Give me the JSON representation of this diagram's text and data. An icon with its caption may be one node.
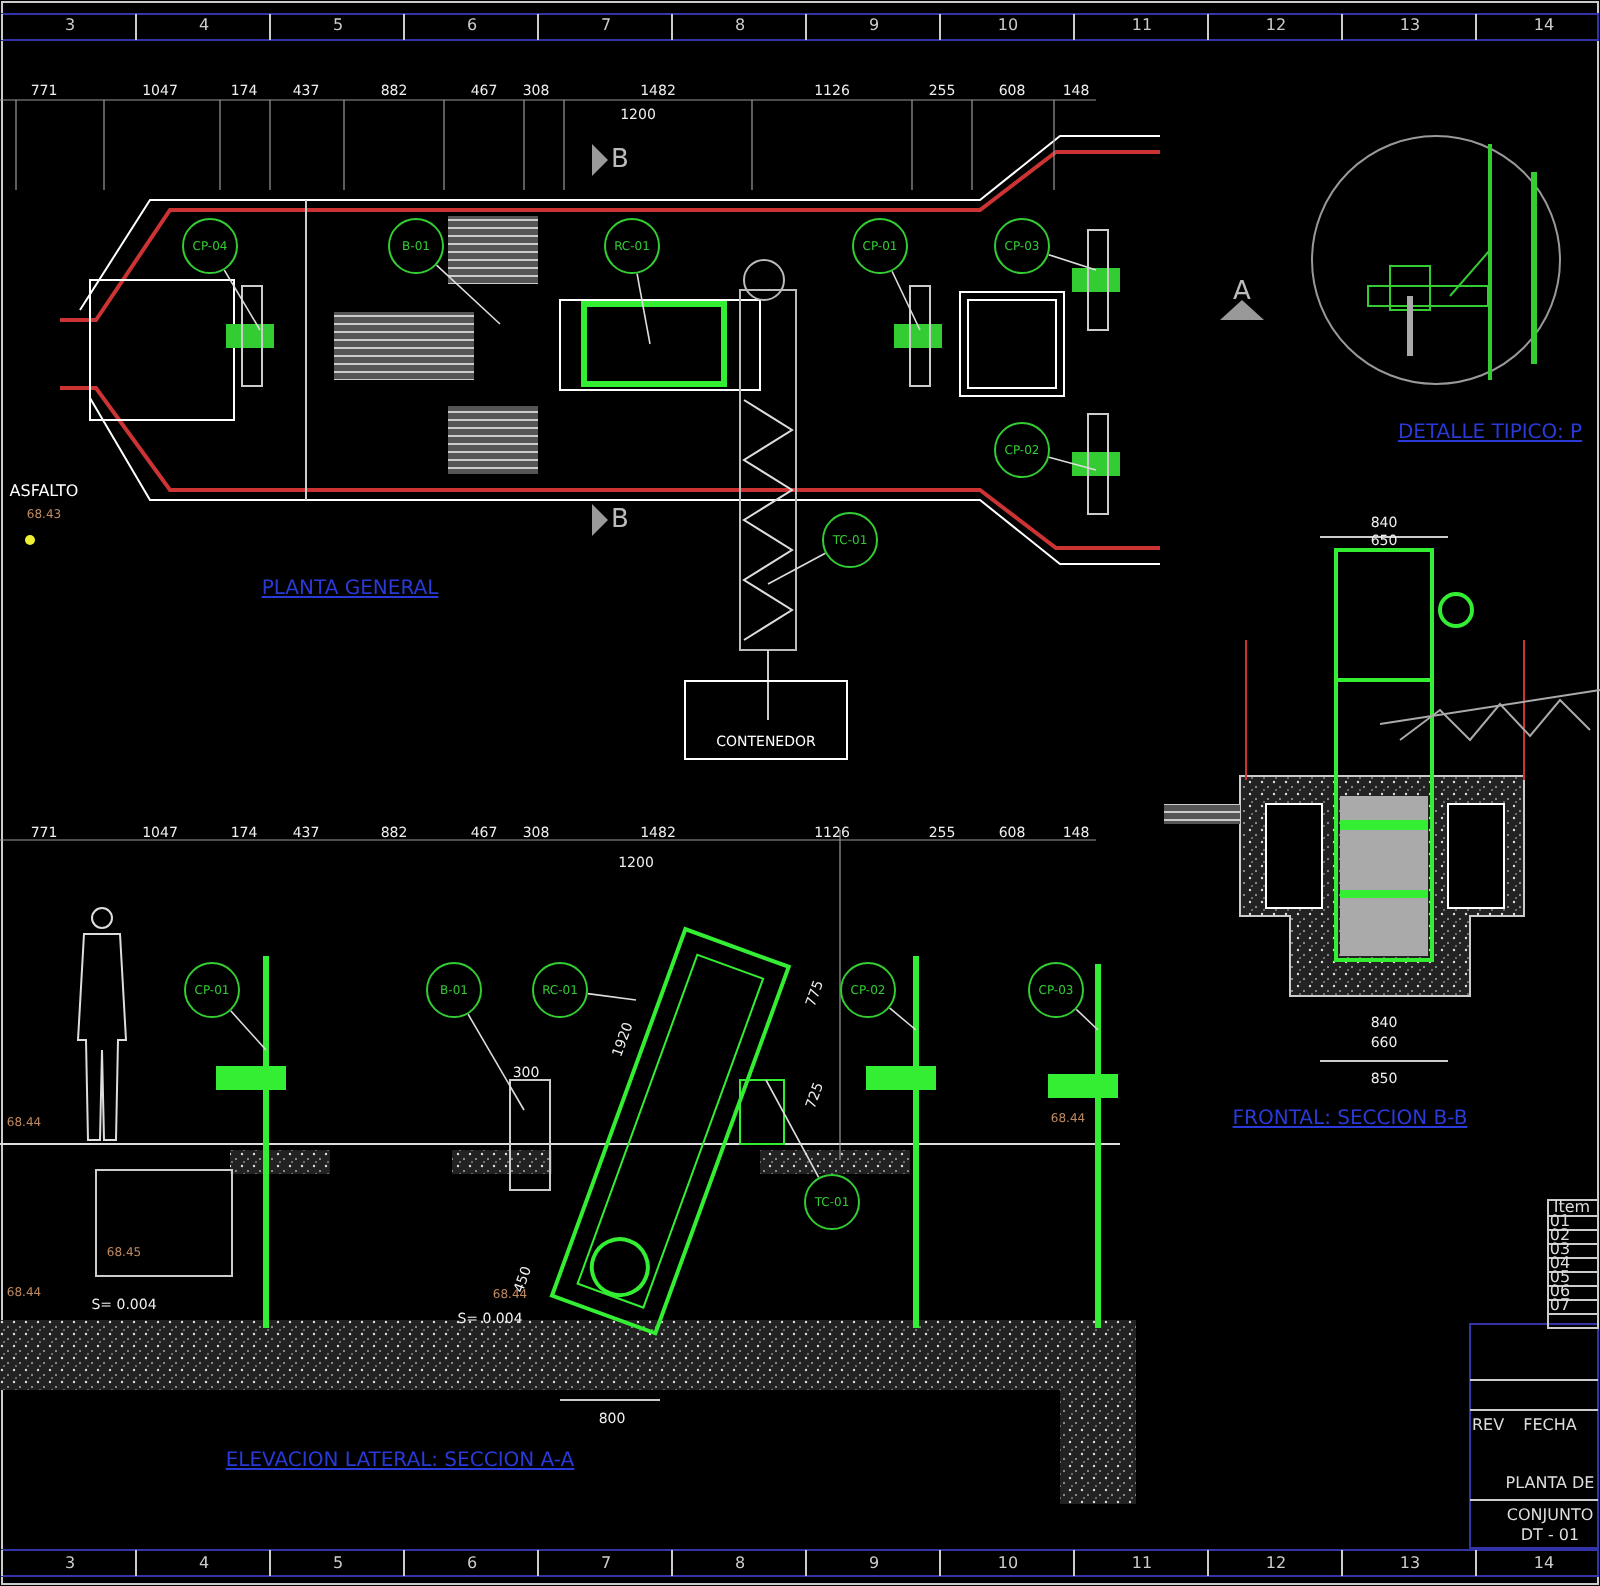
{
  "diagram": {
    "nodes": [
      {
        "text": [
          "CP-04"
        ]
      },
      {
        "text": [
          "B-01"
        ]
      },
      {
        "text": [
          "RC-01"
        ]
      },
      {
        "text": [
          "CP-01"
        ]
      },
      {
        "text": [
          "CP-03"
        ]
      },
      {
        "text": [
          "CP-02"
        ]
      },
      {
        "text": [
          "TC-01"
        ]
      },
      {
        "text": [
          "CONTENEDOR"
        ]
      },
      {
        "text": [
          "CP-01"
        ]
      },
      {
        "text": [
          "B-01"
        ]
      },
      {
        "text": [
          "RC-01"
        ]
      },
      {
        "text": [
          "CP-02"
        ]
      },
      {
        "text": [
          "CP-03"
        ]
      },
      {
        "text": [
          "TC-01"
        ]
      }
    ],
    "edges": [
      {
        "from": 0,
        "to": null,
        "arrow": "none"
      },
      {
        "from": 1,
        "to": null,
        "arrow": "none"
      },
      {
        "from": 2,
        "to": null,
        "arrow": "none"
      },
      {
        "from": 3,
        "to": null,
        "arrow": "none"
      },
      {
        "from": 4,
        "to": null,
        "arrow": "none"
      },
      {
        "from": 5,
        "to": null,
        "arrow": "none"
      },
      {
        "from": 6,
        "to": null,
        "arrow": "none"
      },
      {
        "from": 8,
        "to": null,
        "arrow": "none"
      },
      {
        "from": 9,
        "to": null,
        "arrow": "none"
      },
      {
        "from": 10,
        "to": null,
        "arrow": "none"
      },
      {
        "from": 11,
        "to": null,
        "arrow": "none"
      },
      {
        "from": 12,
        "to": null,
        "arrow": "none"
      },
      {
        "from": 13,
        "to": null,
        "arrow": "none"
      }
    ],
    "labels": [
      "3",
      "4",
      "5",
      "6",
      "7",
      "8",
      "9",
      "10",
      "11",
      "12",
      "13",
      "14",
      "3",
      "4",
      "5",
      "6",
      "7",
      "8",
      "9",
      "10",
      "11",
      "12",
      "13",
      "14",
      "771",
      "1047",
      "174",
      "437",
      "882",
      "467",
      "308",
      "1482",
      "1126",
      "255",
      "608",
      "148",
      "1200",
      "B",
      "B",
      "A",
      "ASFALTO",
      "68.43",
      "PLANTA GENERAL",
      "DETALLE TIPICO:   P",
      "840",
      "650",
      "840",
      "660",
      "850",
      "FRONTAL:   SECCION B-B",
      "771",
      "1047",
      "174",
      "437",
      "882",
      "467",
      "308",
      "1482",
      "1126",
      "255",
      "608",
      "148",
      "1200",
      "775",
      "725",
      "300",
      "1920",
      "450",
      "S= 0.004",
      "S= 0.004",
      "800",
      "68.44",
      "68.44",
      "68.45",
      "68.44",
      "68.44",
      "ELEVACION LATERAL:   SECCION A-A",
      "Item",
      "01",
      "02",
      "03",
      "04",
      "05",
      "06",
      "07",
      "REV",
      "FECHA",
      "PLANTA DE",
      "CONJUNTO",
      "DT - 01"
    ]
  }
}
